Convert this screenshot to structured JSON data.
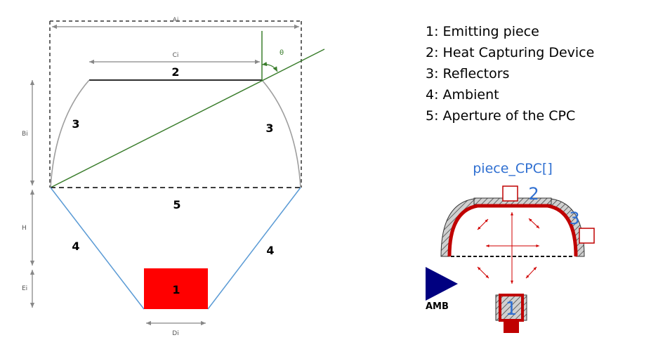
{
  "dimensions": {
    "a": "Ai",
    "b": "Bi",
    "c": "Ci",
    "d": "Di",
    "e": "Ei",
    "h": "H",
    "theta": "θ"
  },
  "regions": {
    "emitting_piece": "1",
    "heat_capturing_device": "2",
    "reflector_left": "3",
    "reflector_right": "3",
    "ambient_left": "4",
    "ambient_right": "4",
    "aperture": "5"
  },
  "legend": [
    "1: Emitting piece",
    "2: Heat Capturing Device",
    "3: Reflectors",
    "4: Ambient",
    "5: Aperture of the CPC"
  ],
  "component": {
    "name": "piece_CPC[]",
    "port_2": "2",
    "port_3": "3",
    "port_1": "1",
    "amb": "AMB"
  },
  "colors": {
    "emitter": "#ff0000",
    "ray": "#3a7d2c",
    "reflector_curve": "#9e9e9e",
    "ambient_line": "#5b9bd5",
    "component_label": "#2f6fd1",
    "component_reflector": "#c00000",
    "amb_triangle": "#000080"
  }
}
